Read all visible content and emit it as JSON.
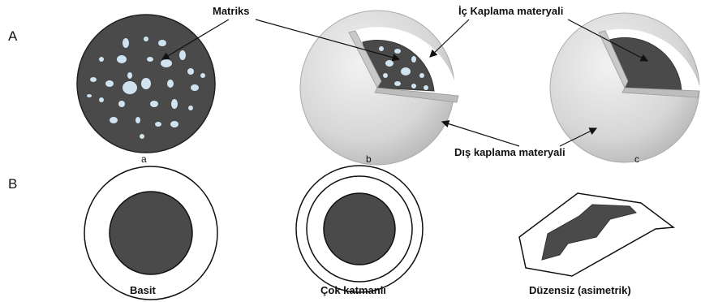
{
  "section_a": {
    "label": "A",
    "labels": {
      "matrix": "Matriks",
      "inner_coating": "İç Kaplama materyali",
      "outer_coating": "Dış kaplama materyali"
    },
    "captions": [
      "a",
      "b",
      "c"
    ]
  },
  "section_b": {
    "label": "B",
    "captions": [
      "Basit",
      "Çok katmanlı",
      "Düzensiz (asimetrik)"
    ]
  },
  "colors": {
    "core": "#4a4a4a",
    "droplet": "#cfe3f0",
    "coating": "#d9d9d9",
    "outline": "#111111"
  }
}
